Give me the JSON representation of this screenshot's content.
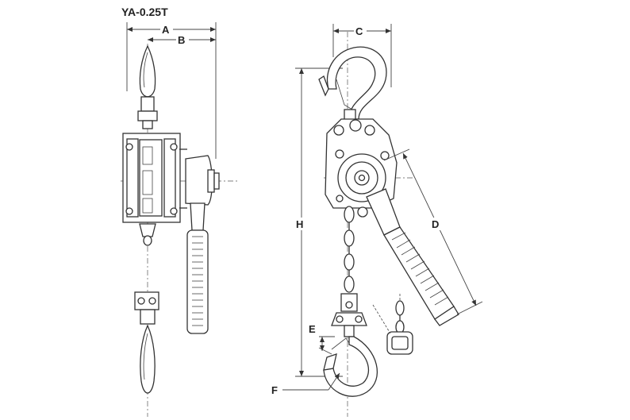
{
  "title": "YA-0.25T",
  "dimension_labels": {
    "A": "A",
    "B": "B",
    "C": "C",
    "D": "D",
    "E": "E",
    "F": "F",
    "H": "H"
  }
}
